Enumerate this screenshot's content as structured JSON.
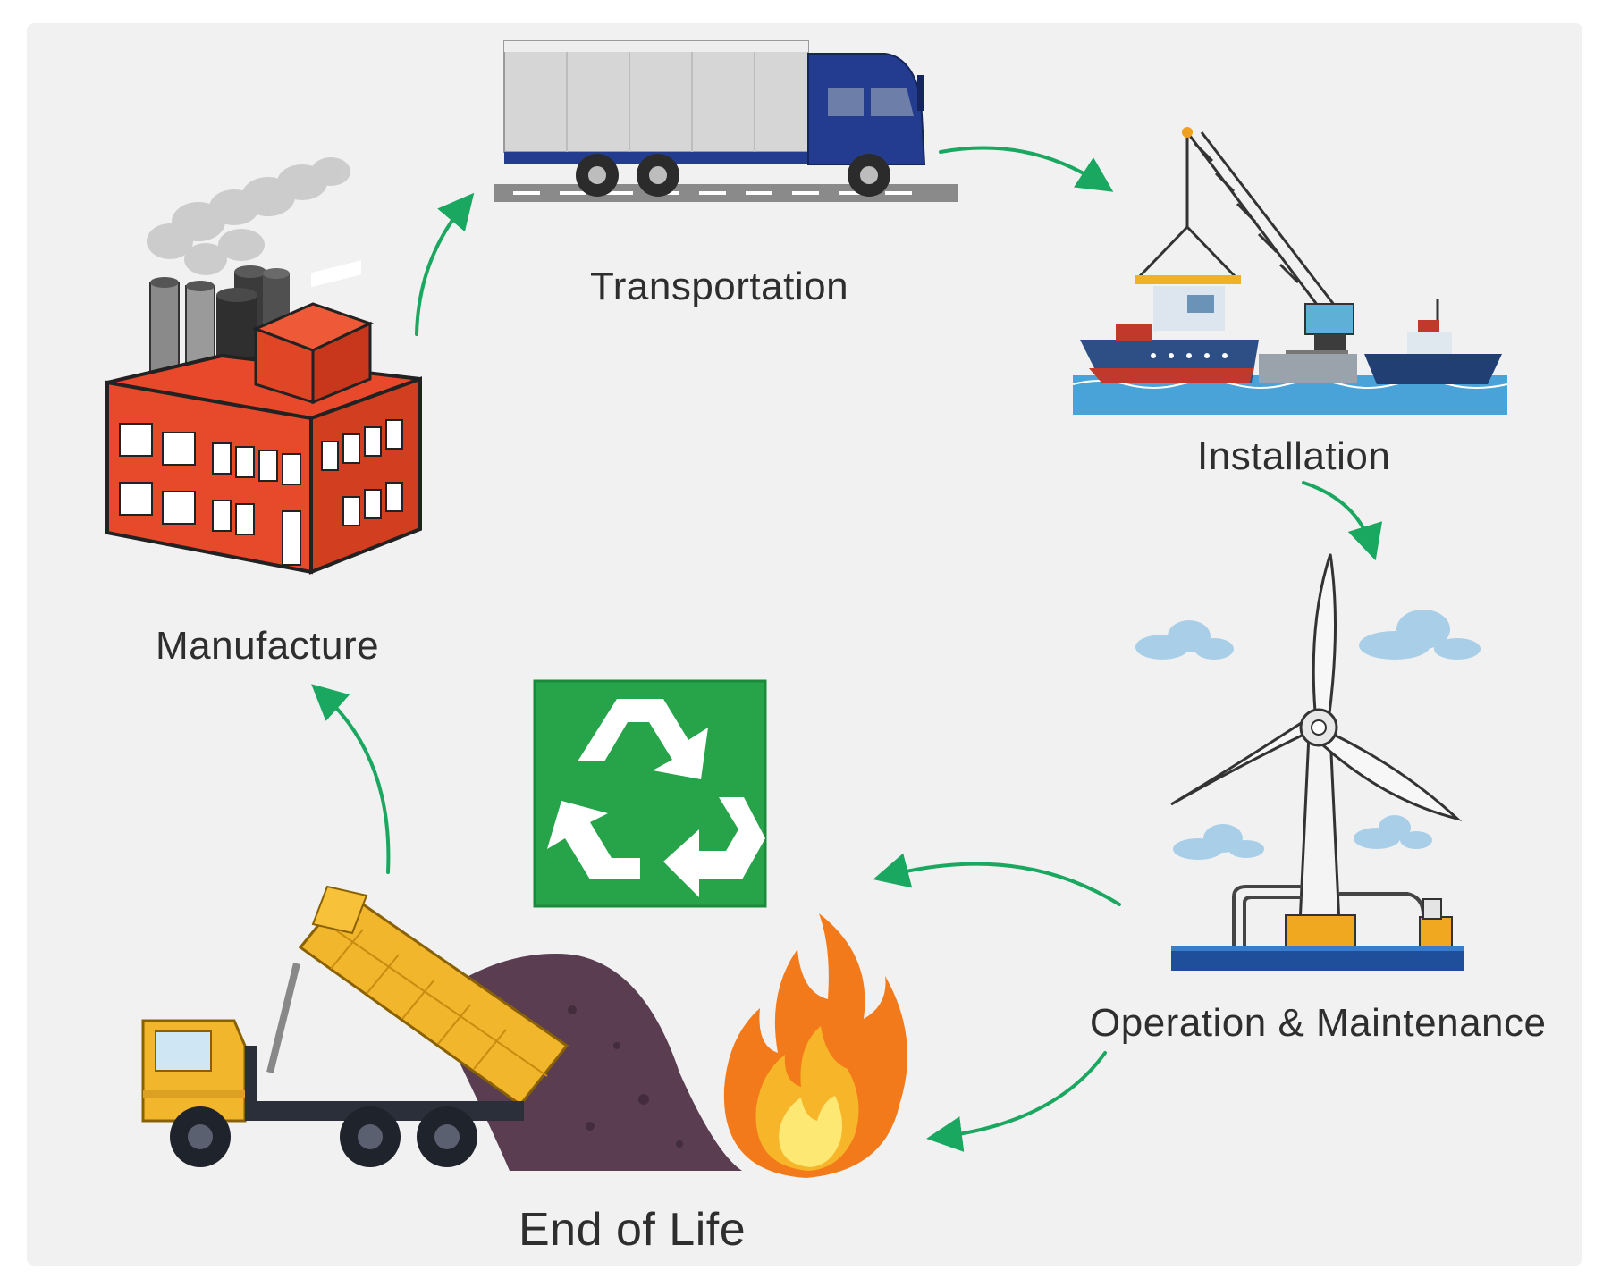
{
  "diagram": {
    "stages": {
      "transportation": "Transportation",
      "installation": "Installation",
      "operation": "Operation & Maintenance",
      "end_of_life": "End of Life",
      "manufacture": "Manufacture"
    },
    "colors": {
      "background": "#f1f1f1",
      "arrow": "#1aa760",
      "recycle_green": "#27a34a",
      "factory_red": "#e8492b",
      "truck_blue": "#233c8f",
      "dump_yellow": "#f2b62c",
      "water_blue": "#4aa3d8"
    },
    "icons": [
      "factory-icon",
      "truck-icon",
      "crane-ship-icon",
      "wind-turbine-icon",
      "recycle-icon",
      "dump-truck-icon",
      "fire-icon"
    ]
  }
}
